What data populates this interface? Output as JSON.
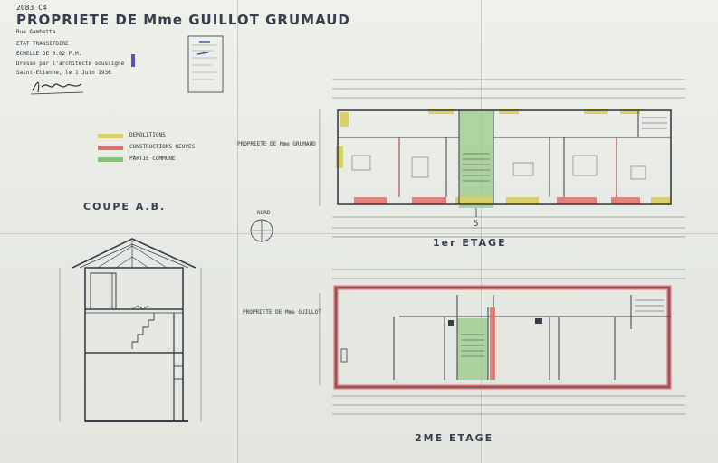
{
  "header": {
    "ref_number": "2083 C4",
    "owner_title": "PROPRIETE DE Mme GUILLOT GRUMAUD",
    "street": "Rue Gambetta",
    "lines": [
      "ETAT TRANSITOIRE",
      "ECHELLE DE 0.02 P.M.",
      "Dressé par l'architecte soussigné",
      "Saint-Etienne, le 1 Juin 1936"
    ]
  },
  "legend": [
    {
      "label": "DEMOLITIONS",
      "color": "#d8d06a"
    },
    {
      "label": "CONSTRUCTIONS NEUVES",
      "color": "#e0706a"
    },
    {
      "label": "PARTIE COMMUNE",
      "color": "#8bc07e"
    }
  ],
  "section": {
    "title": "COUPE A.B."
  },
  "plans": [
    {
      "title": "1er ETAGE",
      "owner": "PROPRIETE DE Mme GRUMAUD",
      "marker": "5"
    },
    {
      "title": "2ME ETAGE",
      "owner": "PROPRIETE DE Mme GUILLOT"
    }
  ],
  "compass": {
    "label": "NORD"
  }
}
